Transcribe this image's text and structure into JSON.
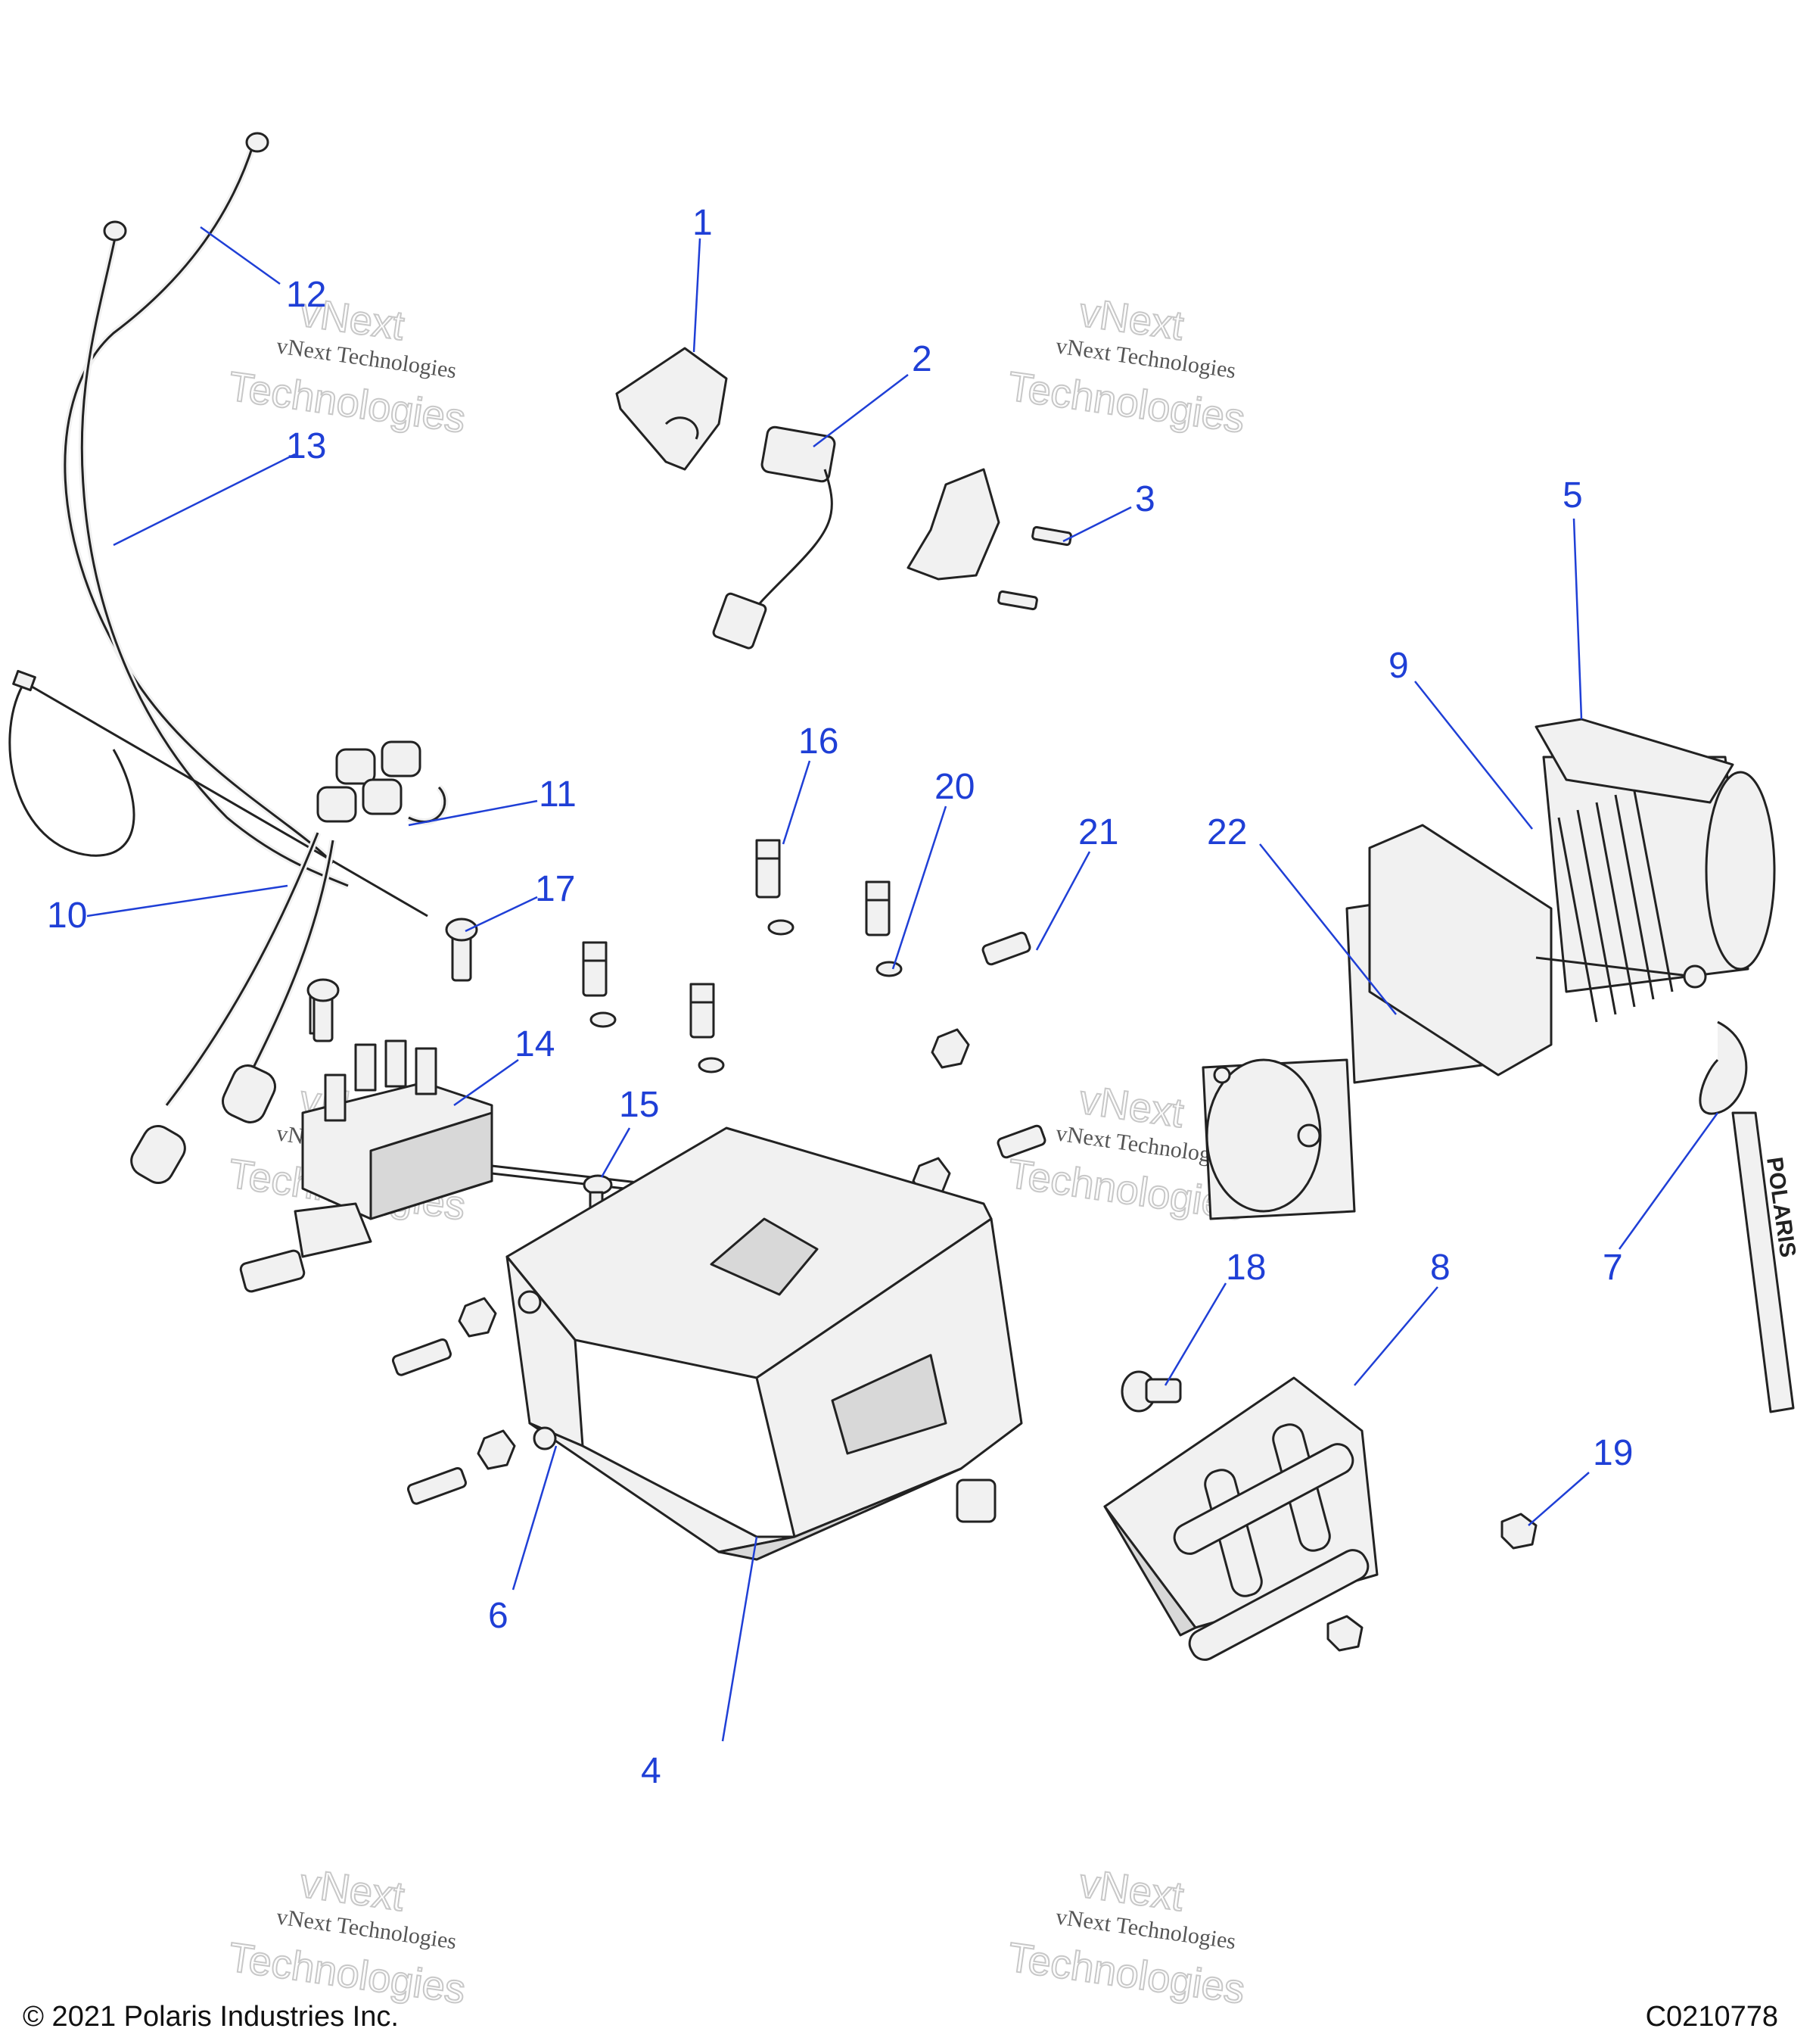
{
  "diagram": {
    "callouts": [
      "1",
      "2",
      "3",
      "4",
      "5",
      "6",
      "7",
      "8",
      "9",
      "10",
      "11",
      "12",
      "13",
      "14",
      "15",
      "16",
      "17",
      "18",
      "19",
      "20",
      "21",
      "22"
    ],
    "strap_text": "POLARIS"
  },
  "watermark": {
    "line1": "vNext Technologies",
    "line2": "vNext",
    "line3": "Technologies"
  },
  "footer": {
    "copyright": "© 2021 Polaris Industries Inc.",
    "code": "C0210778"
  },
  "colors": {
    "callout": "#1f3fd6",
    "line_art": "#222222",
    "watermark": "#c8c8c8"
  }
}
